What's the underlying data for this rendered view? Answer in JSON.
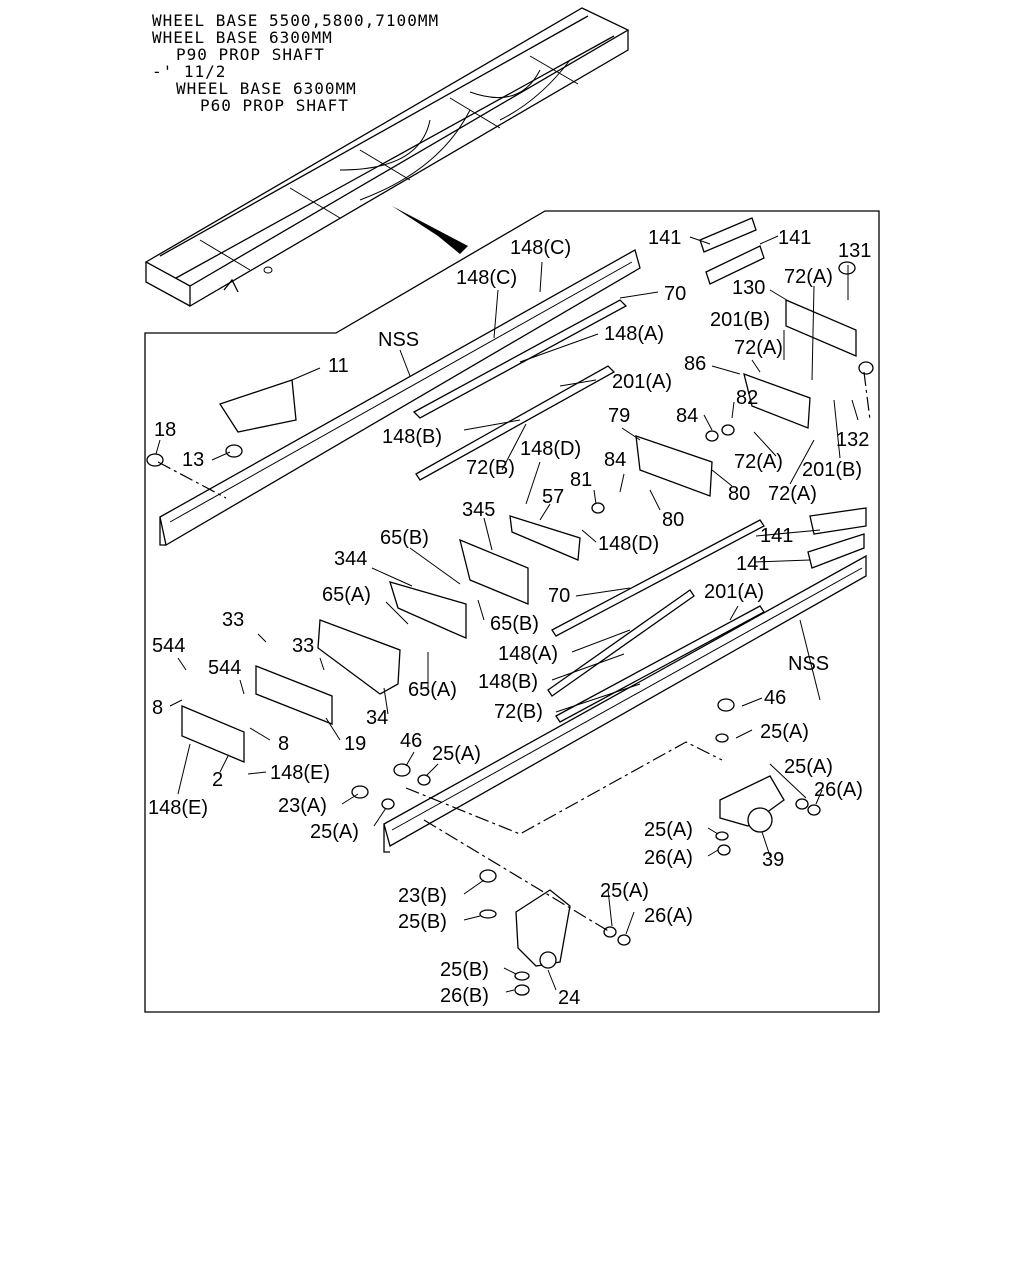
{
  "header": {
    "lines": [
      "WHEEL BASE 5500,5800,7100MM",
      "WHEEL BASE 6300MM",
      "P90 PROP SHAFT",
      "-' 11/2",
      "WHEEL BASE 6300MM",
      "P60 PROP SHAFT"
    ]
  },
  "callouts": [
    "141",
    "141",
    "148(C)",
    "148(C)",
    "131",
    "70",
    "72(A)",
    "130",
    "NSS",
    "201(B)",
    "148(A)",
    "72(A)",
    "11",
    "86",
    "201(A)",
    "82",
    "84",
    "18",
    "148(B)",
    "79",
    "13",
    "148(D)",
    "84",
    "132",
    "72(A)",
    "201(B)",
    "72(B)",
    "81",
    "80",
    "72(A)",
    "57",
    "80",
    "345",
    "148(D)",
    "141",
    "65(B)",
    "141",
    "344",
    "201(A)",
    "70",
    "65(A)",
    "65(B)",
    "NSS",
    "33",
    "33",
    "148(A)",
    "544",
    "544",
    "148(B)",
    "65(A)",
    "8",
    "72(B)",
    "34",
    "46",
    "8",
    "19",
    "25(A)",
    "46",
    "25(A)",
    "148(E)",
    "2",
    "25(A)",
    "26(A)",
    "148(E)",
    "23(A)",
    "25(A)",
    "25(A)",
    "26(A)",
    "39",
    "23(B)",
    "25(A)",
    "25(B)",
    "26(A)",
    "25(B)",
    "24",
    "26(B)"
  ]
}
